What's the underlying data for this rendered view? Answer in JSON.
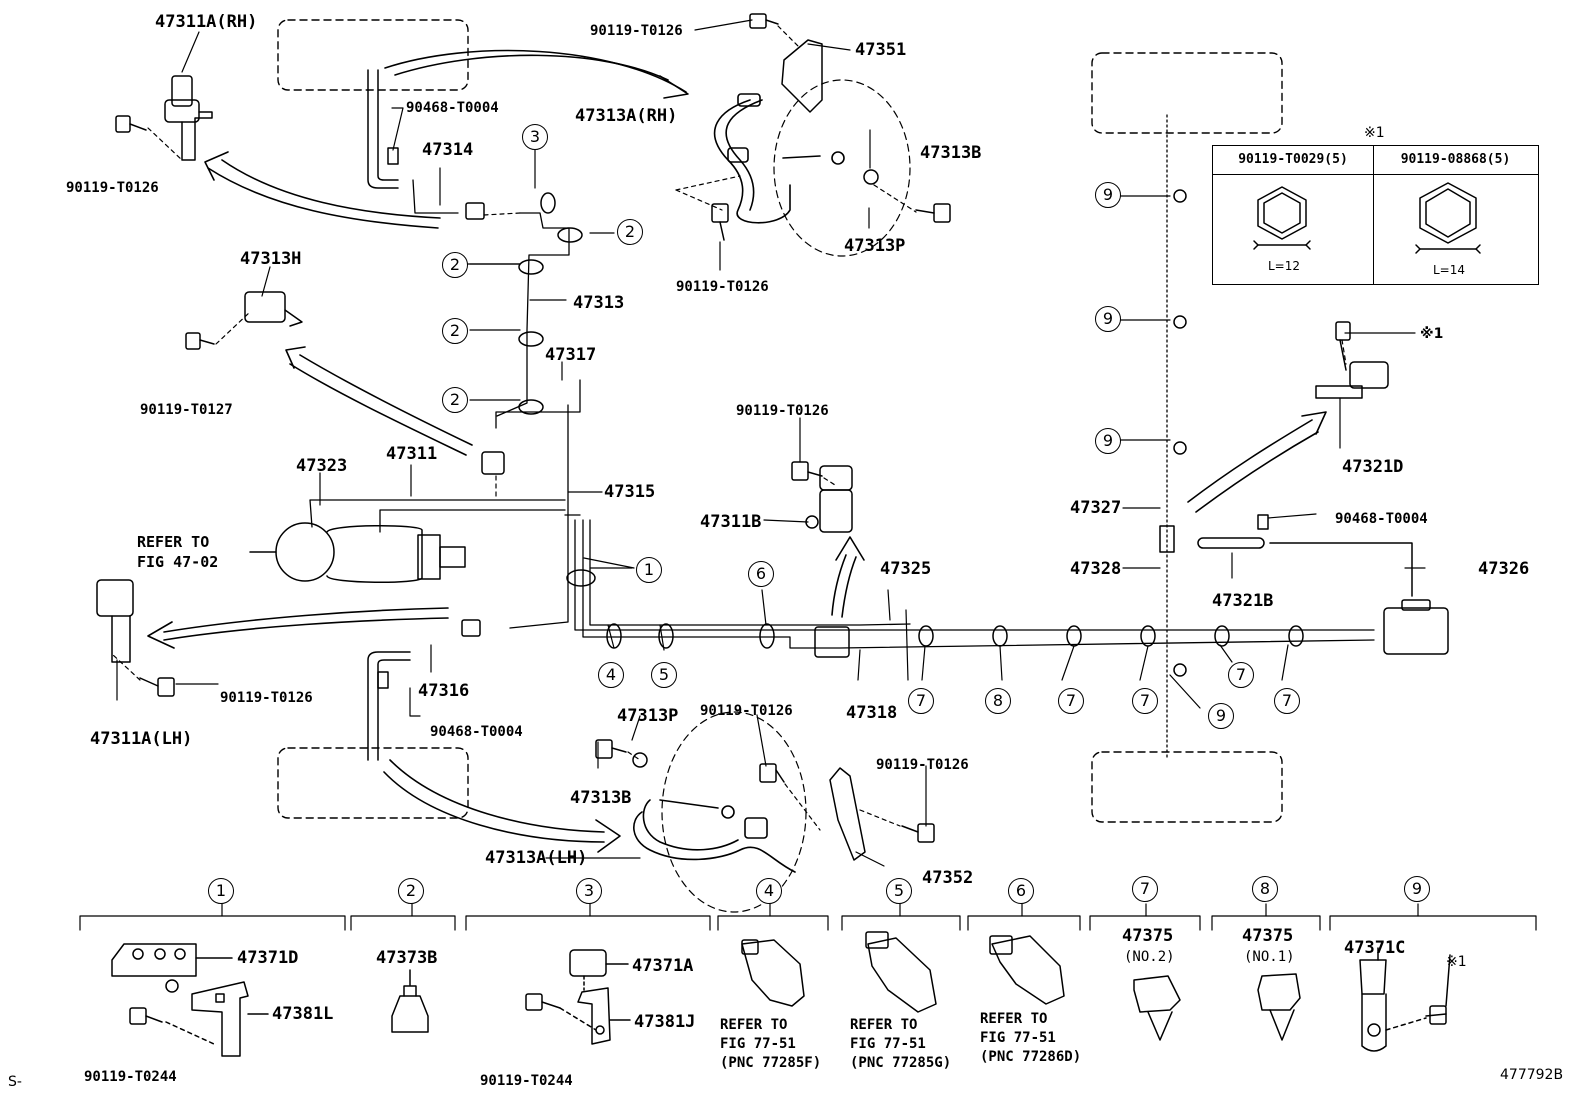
{
  "parts": {
    "p47311A_RH": "47311A(RH)",
    "p47311A_LH": "47311A(LH)",
    "p47311B": "47311B",
    "p47311": "47311",
    "p47313": "47313",
    "p47313A_RH": "47313A(RH)",
    "p47313A_LH": "47313A(LH)",
    "p47313B_top": "47313B",
    "p47313B_bot": "47313B",
    "p47313H": "47313H",
    "p47313P_top": "47313P",
    "p47313P_bot": "47313P",
    "p47314": "47314",
    "p47315": "47315",
    "p47316": "47316",
    "p47317": "47317",
    "p47318": "47318",
    "p47321B": "47321B",
    "p47321D": "47321D",
    "p47323": "47323",
    "p47325": "47325",
    "p47326": "47326",
    "p47327": "47327",
    "p47328": "47328",
    "p47351": "47351",
    "p47352": "47352",
    "b_t0126_a": "90119-T0126",
    "b_t0126_b": "90119-T0126",
    "b_t0126_c": "90119-T0126",
    "b_t0126_d": "90119-T0126",
    "b_t0126_e": "90119-T0126",
    "b_t0126_f": "90119-T0126",
    "b_t0126_g": "90119-T0126",
    "b_t0127": "90119-T0127",
    "c_t0004_a": "90468-T0004",
    "c_t0004_b": "90468-T0004",
    "c_t0004_c": "90468-T0004",
    "ref_fig_4702": "REFER TO\nFIG 47-02"
  },
  "callouts": [
    "1",
    "2",
    "3",
    "4",
    "5",
    "6",
    "7",
    "8",
    "9"
  ],
  "note_mark": "※1",
  "table": {
    "mark": "※1",
    "col1": "90119-T0029(5)",
    "col2": "90119-08868(5)",
    "len1": "L=12",
    "len2": "L=14"
  },
  "legend": {
    "g1": {
      "num": "1",
      "a": "47371D",
      "b": "47381L",
      "bolt": "90119-T0244"
    },
    "g2": {
      "num": "2",
      "a": "47373B"
    },
    "g3": {
      "num": "3",
      "a": "47371A",
      "b": "47381J",
      "bolt": "90119-T0244"
    },
    "g4": {
      "num": "4",
      "ref": "REFER TO\nFIG 77-51\n(PNC 77285F)"
    },
    "g5": {
      "num": "5",
      "ref": "REFER TO\nFIG 77-51\n(PNC 77285G)"
    },
    "g6": {
      "num": "6",
      "ref": "REFER TO\nFIG 77-51\n(PNC 77286D)"
    },
    "g7": {
      "num": "7",
      "a": "47375",
      "sub": "(NO.2)"
    },
    "g8": {
      "num": "8",
      "a": "47375",
      "sub": "(NO.1)"
    },
    "g9": {
      "num": "9",
      "a": "47371C",
      "mark": "※1"
    }
  },
  "footer": {
    "left": "S-",
    "right": "477792B"
  }
}
